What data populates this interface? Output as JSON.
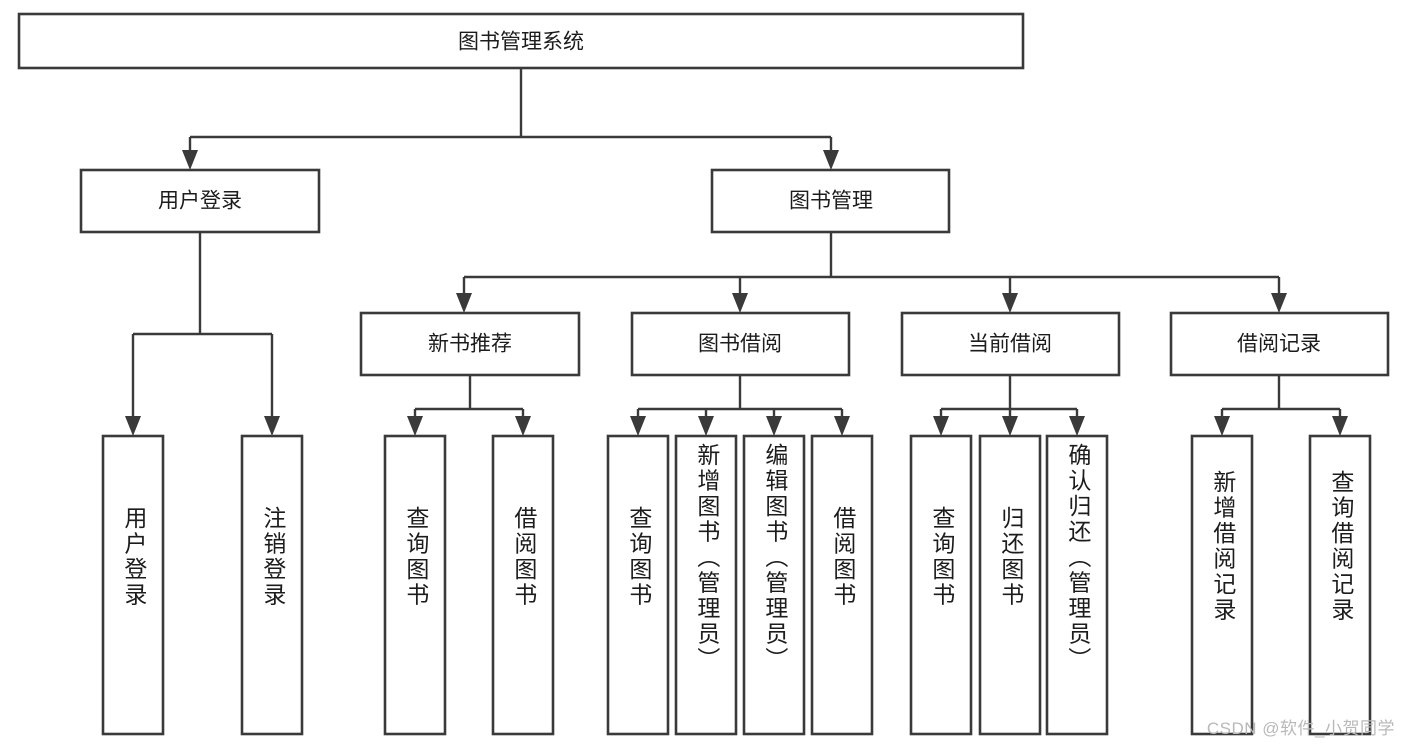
{
  "diagram": {
    "title": "图书管理系统",
    "type": "tree-hierarchy",
    "root": {
      "id": "root",
      "label": "图书管理系统"
    },
    "level1": [
      {
        "id": "user-login",
        "label": "用户登录"
      },
      {
        "id": "book-manage",
        "label": "图书管理"
      }
    ],
    "level2": [
      {
        "id": "new-book-recommend",
        "label": "新书推荐",
        "parent": "book-manage"
      },
      {
        "id": "book-borrow",
        "label": "图书借阅",
        "parent": "book-manage"
      },
      {
        "id": "current-borrow",
        "label": "当前借阅",
        "parent": "book-manage"
      },
      {
        "id": "borrow-record",
        "label": "借阅记录",
        "parent": "book-manage"
      }
    ],
    "leaves": [
      {
        "id": "leaf-user-login",
        "label": "用户登录",
        "parent": "user-login"
      },
      {
        "id": "leaf-logout-login",
        "label": "注销登录",
        "parent": "user-login"
      },
      {
        "id": "leaf-query-book-1",
        "label": "查询图书",
        "parent": "new-book-recommend"
      },
      {
        "id": "leaf-borrow-book-1",
        "label": "借阅图书",
        "parent": "new-book-recommend"
      },
      {
        "id": "leaf-query-book-2",
        "label": "查询图书",
        "parent": "book-borrow"
      },
      {
        "id": "leaf-add-book",
        "label": "新增图书（管理员）",
        "parent": "book-borrow"
      },
      {
        "id": "leaf-edit-book",
        "label": "编辑图书（管理员）",
        "parent": "book-borrow"
      },
      {
        "id": "leaf-borrow-book-2",
        "label": "借阅图书",
        "parent": "book-borrow"
      },
      {
        "id": "leaf-query-book-3",
        "label": "查询图书",
        "parent": "current-borrow"
      },
      {
        "id": "leaf-return-book",
        "label": "归还图书",
        "parent": "current-borrow"
      },
      {
        "id": "leaf-confirm-return",
        "label": "确认归还（管理员）",
        "parent": "current-borrow"
      },
      {
        "id": "leaf-add-record",
        "label": "新增借阅记录",
        "parent": "borrow-record"
      },
      {
        "id": "leaf-query-record",
        "label": "查询借阅记录",
        "parent": "borrow-record"
      }
    ]
  },
  "watermark": {
    "text": "CSDN @软件_小贺同学"
  },
  "colors": {
    "stroke": "#3a3a3a",
    "fill": "#ffffff",
    "text": "#1c1c1c",
    "watermark": "#b9b9b9",
    "background": "#ffffff"
  }
}
